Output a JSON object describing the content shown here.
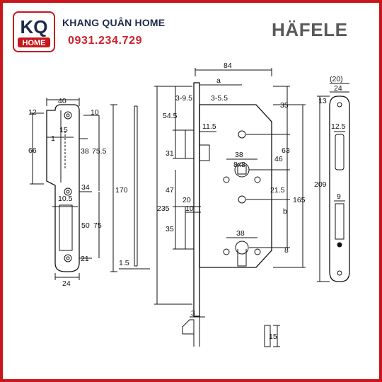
{
  "brand": {
    "logo_letters": "KQ",
    "logo_word": "HOME",
    "name": "KHANG QUÂN HOME",
    "phone": "0931.234.729",
    "partner_logo": "HÄFELE"
  },
  "colors": {
    "accent": "#c8161d",
    "navy": "#1c2b4a",
    "gray_logo": "#5a5a5a"
  },
  "icons": {
    "logo": "kq-home-logo"
  },
  "dimensions": {
    "strike": {
      "width_top": "40",
      "d12": "12",
      "d10": "10",
      "d15": "15",
      "d1": "1",
      "d38": "38",
      "d75_5": "75.5",
      "d66": "66",
      "d34": "34",
      "d170": "170",
      "d10_5": "10.5",
      "d50": "50",
      "d75": "75",
      "d21": "21",
      "width_bottom": "24"
    },
    "faceplate_side": {
      "d1_5": "1.5"
    },
    "lock_body": {
      "d84": "84",
      "da": "a",
      "d3_9_5": "3-9.5",
      "d3_5_5": "3-5.5",
      "d35": "35",
      "d54_5": "54.5",
      "d11_5": "11.5",
      "d31": "31",
      "d63": "63",
      "d38_top": "38",
      "d8x8": "8x8",
      "d46": "46",
      "d47": "47",
      "d21_5": "21.5",
      "d165": "165",
      "d20": "20",
      "d10": "10",
      "d235": "235",
      "db": "b",
      "d35_low": "35",
      "d38_cyl": "38",
      "d8": "8"
    },
    "front_plate": {
      "d20p": "(20)",
      "d24": "24",
      "d13": "13",
      "d12_5": "12.5",
      "d209": "209",
      "d9": "9"
    },
    "bolt": {
      "d3": "3",
      "d15": "15"
    }
  }
}
